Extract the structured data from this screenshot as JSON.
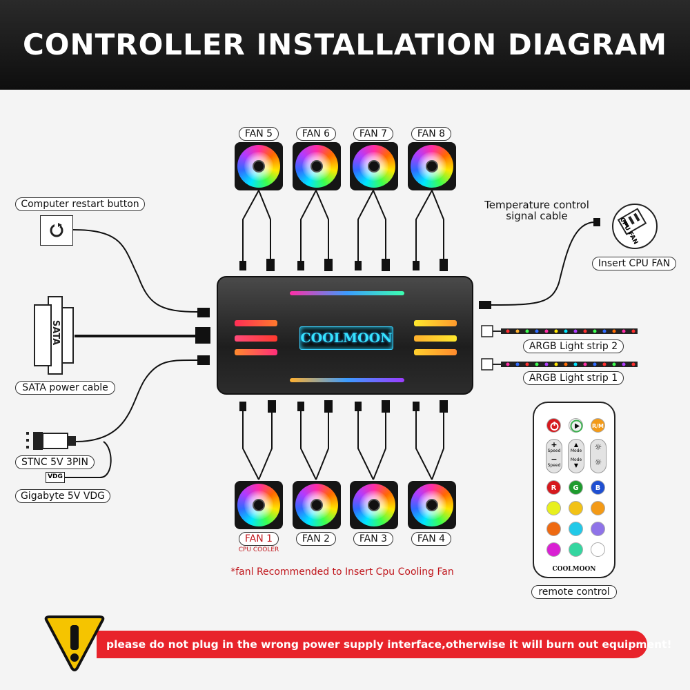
{
  "header": {
    "title": "CONTROLLER INSTALLATION DIAGRAM"
  },
  "fans_top": [
    {
      "label": "FAN 5"
    },
    {
      "label": "FAN 6"
    },
    {
      "label": "FAN 7"
    },
    {
      "label": "FAN 8"
    }
  ],
  "fans_bottom": [
    {
      "label": "FAN 1",
      "sublabel": "CPU COOLER"
    },
    {
      "label": "FAN 2"
    },
    {
      "label": "FAN 3"
    },
    {
      "label": "FAN 4"
    }
  ],
  "controller": {
    "brand": "COOLMOON"
  },
  "connectors": {
    "restart_button": "Computer restart button",
    "sata_power": "SATA power cable",
    "sata_chip": "SATA",
    "stnc": "STNC 5V 3PIN",
    "vdg_chip": "VDG",
    "gigabyte": "Gigabyte 5V VDG",
    "temp_line1": "Temperature control",
    "temp_line2": "signal cable",
    "cpu_fan": "Insert CPU FAN",
    "cpu_fan_icon_text": "CPU FAN",
    "argb2": "ARGB Light strip 2",
    "argb1": "ARGB Light strip 1",
    "remote": "remote control"
  },
  "remote_control": {
    "brand": "COOLMOON",
    "top_buttons": [
      "",
      "",
      "R/M"
    ],
    "keys": [
      "Speed",
      "Speed",
      "Mode",
      "Mode"
    ],
    "color_buttons": [
      {
        "text": "R",
        "color": "#d6191e"
      },
      {
        "text": "G",
        "color": "#1e9b2e"
      },
      {
        "text": "B",
        "color": "#1f4fd1"
      },
      {
        "text": "",
        "color": "#e8f01d"
      },
      {
        "text": "",
        "color": "#f2c215"
      },
      {
        "text": "",
        "color": "#f39a17"
      },
      {
        "text": "",
        "color": "#ee6a12"
      },
      {
        "text": "",
        "color": "#21c9e8"
      },
      {
        "text": "",
        "color": "#8f73e8"
      },
      {
        "text": "",
        "color": "#d920d3"
      },
      {
        "text": "",
        "color": "#34d6a0"
      },
      {
        "text": "",
        "color": "#ffffff"
      }
    ]
  },
  "note": "*fanl Recommended to Insert Cpu Cooling Fan",
  "warning": {
    "text": "please do not plug in the wrong power supply interface,otherwise it will burn out equipment!"
  },
  "colors": {
    "accent_red": "#e8232b",
    "note_red": "#c0161c",
    "warning_yellow": "#f5c400"
  }
}
